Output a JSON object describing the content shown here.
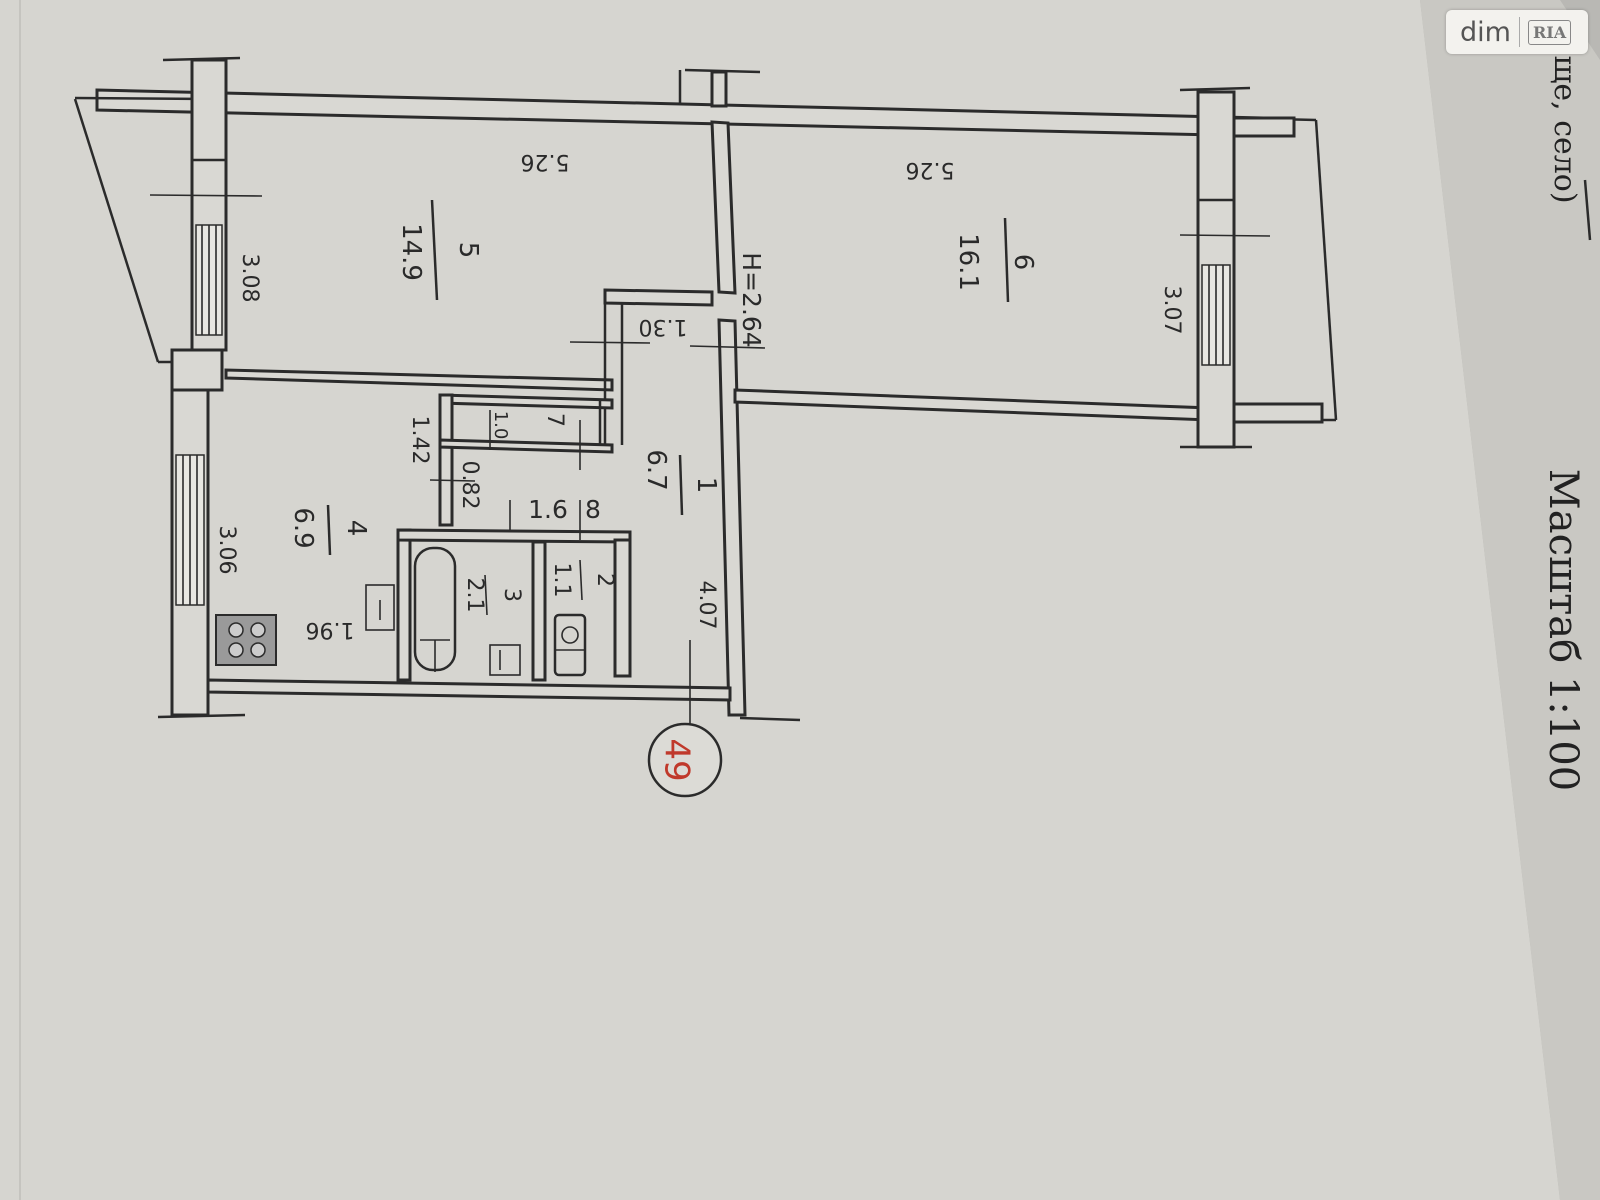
{
  "watermark": {
    "brand": "dim",
    "brand_logo": "RIA"
  },
  "scale_label": "Масштаб 1:100",
  "corner_text": "лище, село)",
  "apartment_number": "49",
  "ceiling_height": "H=2.64",
  "rooms": [
    {
      "id": "1",
      "area": "6.7"
    },
    {
      "id": "2",
      "area": "1.1"
    },
    {
      "id": "3",
      "area": "2.1"
    },
    {
      "id": "4",
      "area": "6.9"
    },
    {
      "id": "5",
      "area": "14.9"
    },
    {
      "id": "6",
      "area": "16.1"
    },
    {
      "id": "7",
      "area": "1.0"
    },
    {
      "id": "8",
      "area": "1.6"
    }
  ],
  "dimensions": {
    "room5_width": "5.26",
    "room6_width": "5.26",
    "room5_depth": "3.08",
    "room6_depth": "3.07",
    "kitchen_depth": "3.06",
    "kitchen_width": "1.96",
    "corridor_width": "1.30",
    "hall_length": "4.07",
    "pantry_length": "1.42",
    "wc_width": "0.82"
  },
  "colors": {
    "paper": "#d8d7d2",
    "ink": "#2b2b2b",
    "stamp_red": "#c0392b"
  }
}
